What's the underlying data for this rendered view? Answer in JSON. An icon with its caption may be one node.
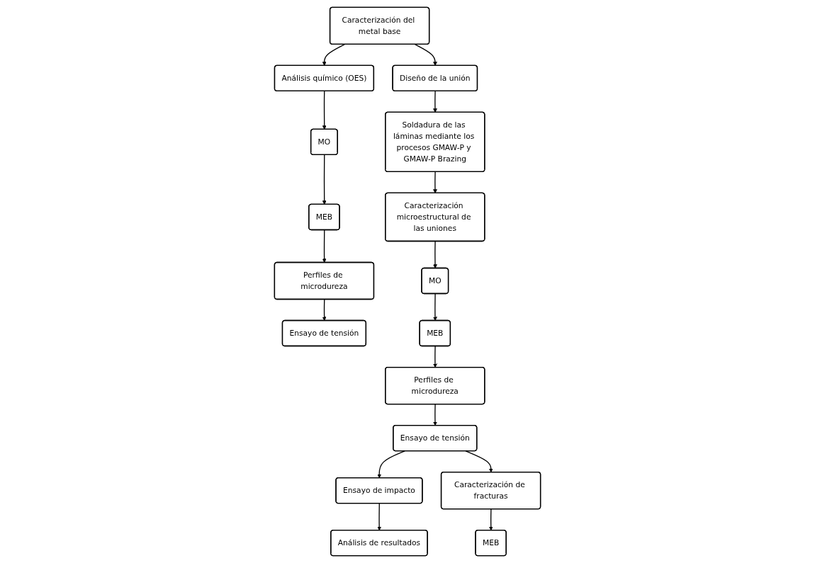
{
  "diagram": {
    "nodes": [
      {
        "text": [
          "Caracterización del metal base"
        ]
      },
      {
        "text": [
          "Análisis químico (OES)"
        ]
      },
      {
        "text": [
          "MO"
        ]
      },
      {
        "text": [
          "MEB"
        ]
      },
      {
        "text": [
          "Perfiles de microdureza"
        ]
      },
      {
        "text": [
          "Ensayo de tensión"
        ]
      },
      {
        "text": [
          "Diseño de la unión"
        ]
      },
      {
        "text": [
          "Soldadura de las láminas mediante los procesos GMAW-P y GMAW-P Brazing"
        ]
      },
      {
        "text": [
          "Caracterización microestructural de las uniones"
        ]
      },
      {
        "text": [
          "MO"
        ]
      },
      {
        "text": [
          "MEB"
        ]
      },
      {
        "text": [
          "Perfiles de microdureza"
        ]
      },
      {
        "text": [
          "Ensayo de tensión"
        ]
      },
      {
        "text": [
          "Ensayo de impacto"
        ]
      },
      {
        "text": [
          "Análisis de resultados"
        ]
      },
      {
        "text": [
          "Caracterización de fracturas"
        ]
      },
      {
        "text": [
          "MEB"
        ]
      }
    ],
    "edges": [
      {
        "from": 0,
        "to": 1,
        "arrow": "to"
      },
      {
        "from": 1,
        "to": 2,
        "arrow": "to"
      },
      {
        "from": 2,
        "to": 3,
        "arrow": "to"
      },
      {
        "from": 3,
        "to": 4,
        "arrow": "to"
      },
      {
        "from": 4,
        "to": 5,
        "arrow": "to"
      },
      {
        "from": 0,
        "to": 6,
        "arrow": "to"
      },
      {
        "from": 6,
        "to": 7,
        "arrow": "to"
      },
      {
        "from": 7,
        "to": 8,
        "arrow": "to"
      },
      {
        "from": 8,
        "to": 9,
        "arrow": "to"
      },
      {
        "from": 9,
        "to": 10,
        "arrow": "to"
      },
      {
        "from": 10,
        "to": 11,
        "arrow": "to"
      },
      {
        "from": 11,
        "to": 12,
        "arrow": "to"
      },
      {
        "from": 12,
        "to": 13,
        "arrow": "to"
      },
      {
        "from": 13,
        "to": 14,
        "arrow": "to"
      },
      {
        "from": 12,
        "to": 15,
        "arrow": "to"
      },
      {
        "from": 15,
        "to": 16,
        "arrow": "to"
      }
    ]
  }
}
